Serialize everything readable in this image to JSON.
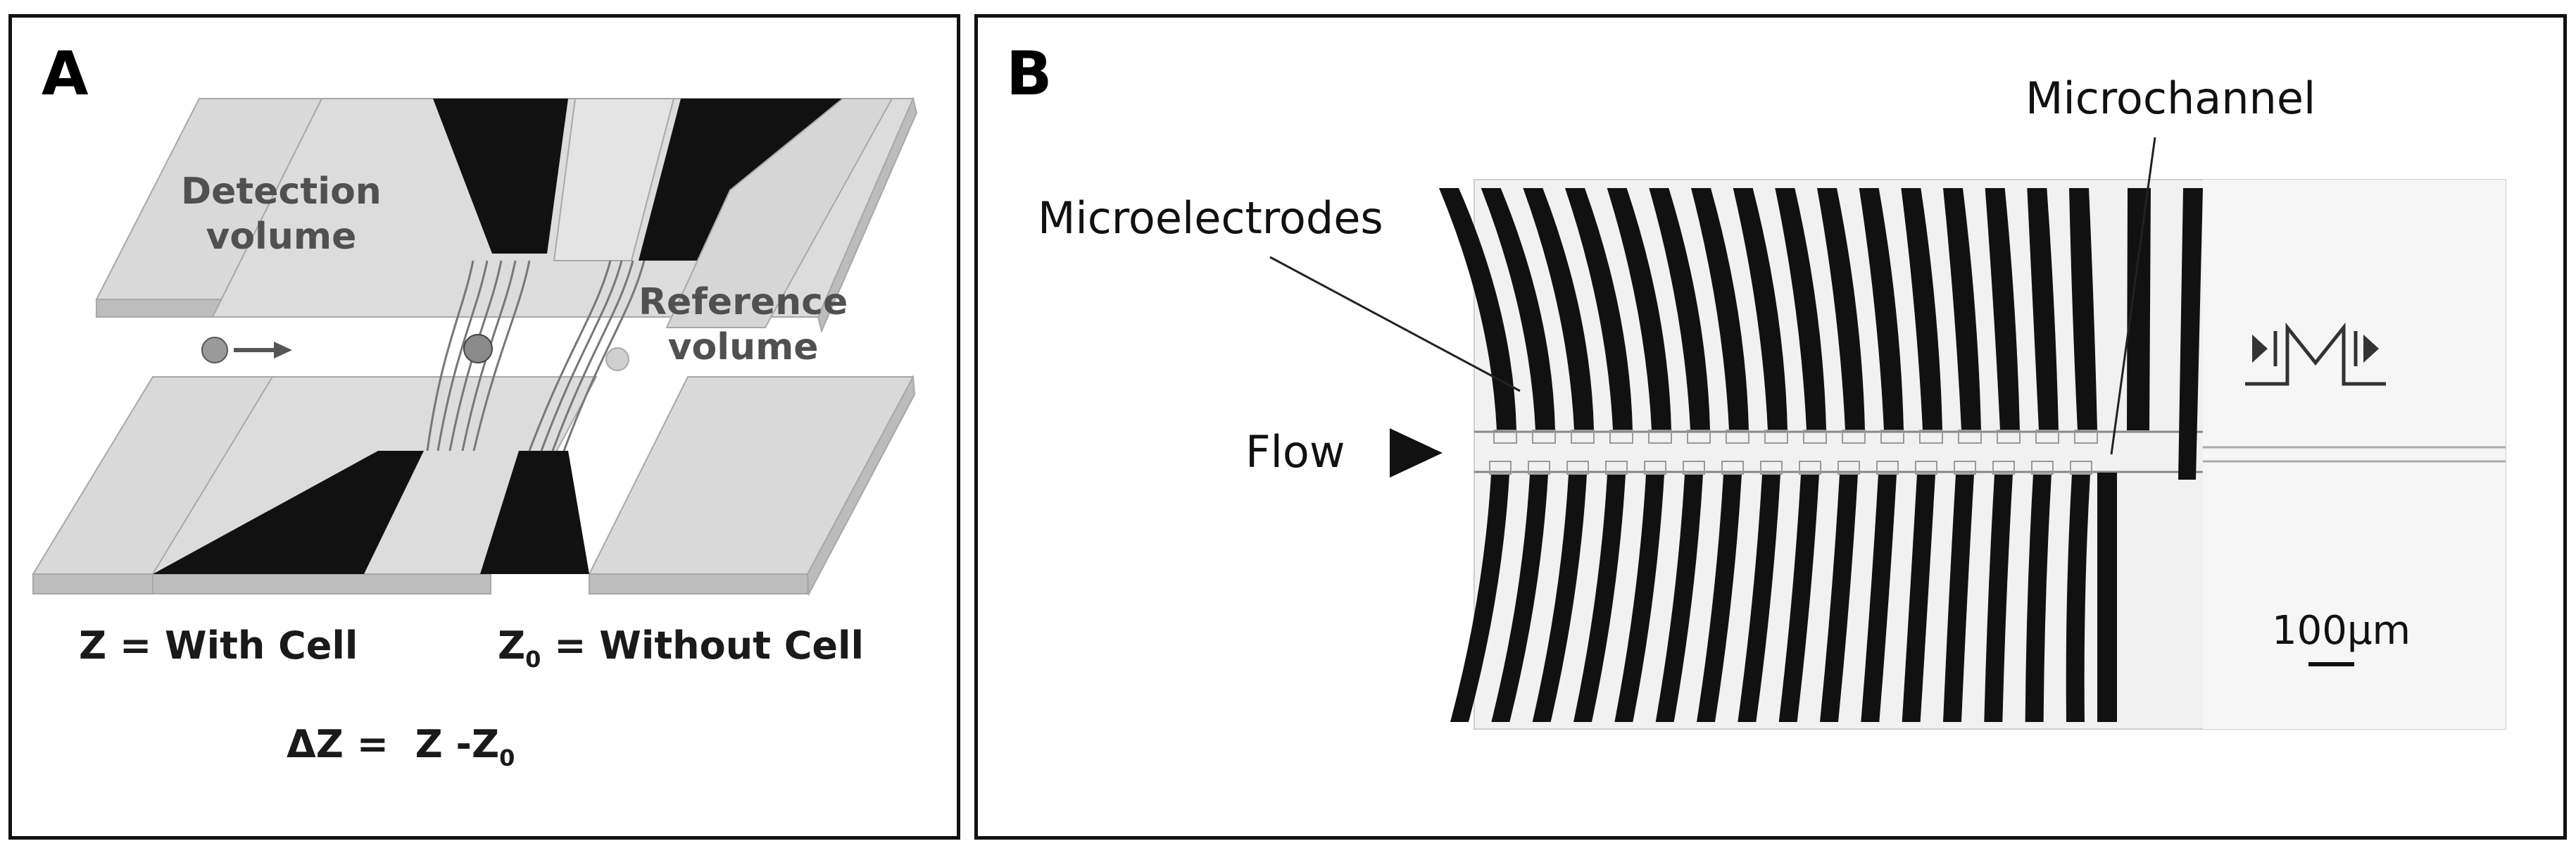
{
  "panel_a": {
    "letter": "A",
    "detection_label": "Detection\nvolume",
    "reference_label": "Reference\nvolume",
    "z_with_cell": "Z = With Cell",
    "z0_prefix": "Z",
    "z0_subscript": "0",
    "z0_suffix": " = Without Cell",
    "delta_prefix": "ΔZ =  Z -Z",
    "delta_subscript": "0"
  },
  "panel_b": {
    "letter": "B",
    "microchannel_label": "Microchannel",
    "microelectrodes_label": "Microelectrodes",
    "flow_label": "Flow",
    "scale_label": "100μm"
  },
  "colors": {
    "electrode": "#111111",
    "substrate": "#d9d9d9",
    "substrate_edge": "#a8a8a8",
    "label_grey": "#505050",
    "micrograph_bg": "#f1f1f1"
  }
}
